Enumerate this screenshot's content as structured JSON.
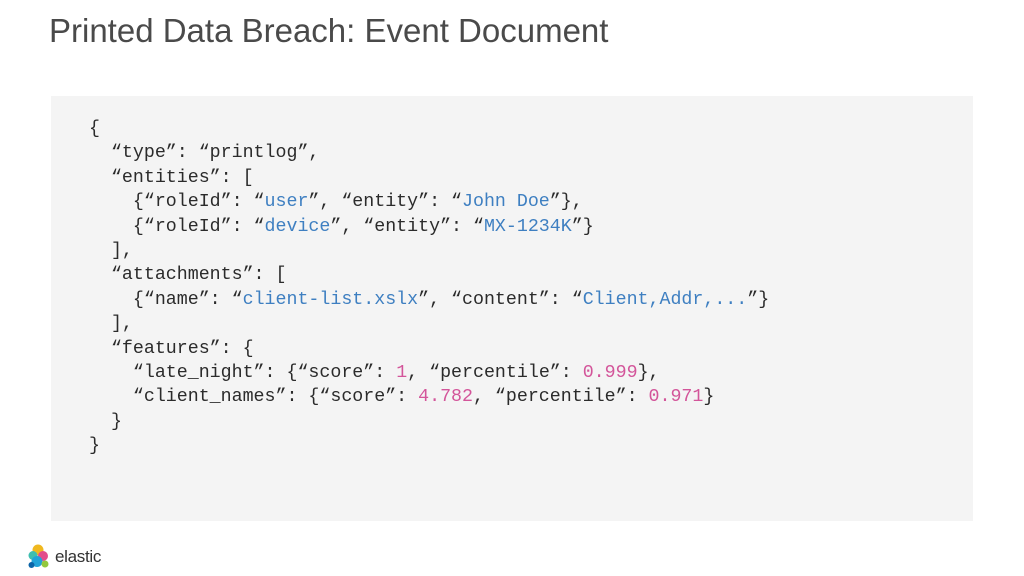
{
  "slide": {
    "title": "Printed Data Breach: Event Document"
  },
  "code_lines": [
    [
      {
        "t": "{",
        "k": "p"
      }
    ],
    [
      {
        "t": "  “type”: “printlog”,",
        "k": "p"
      }
    ],
    [
      {
        "t": "  “entities”: [",
        "k": "p"
      }
    ],
    [
      {
        "t": "    {“roleId”: “",
        "k": "p"
      },
      {
        "t": "user",
        "k": "s"
      },
      {
        "t": "”, “entity”: “",
        "k": "p"
      },
      {
        "t": "John Doe",
        "k": "s"
      },
      {
        "t": "”},",
        "k": "p"
      }
    ],
    [
      {
        "t": "    {“roleId”: “",
        "k": "p"
      },
      {
        "t": "device",
        "k": "s"
      },
      {
        "t": "”, “entity”: “",
        "k": "p"
      },
      {
        "t": "MX-1234K",
        "k": "s"
      },
      {
        "t": "”}",
        "k": "p"
      }
    ],
    [
      {
        "t": "  ],",
        "k": "p"
      }
    ],
    [
      {
        "t": "  “attachments”: [",
        "k": "p"
      }
    ],
    [
      {
        "t": "    {“name”: “",
        "k": "p"
      },
      {
        "t": "client-list.xslx",
        "k": "s"
      },
      {
        "t": "”, “content”: “",
        "k": "p"
      },
      {
        "t": "Client,Addr,...",
        "k": "s"
      },
      {
        "t": "”}",
        "k": "p"
      }
    ],
    [
      {
        "t": "  ],",
        "k": "p"
      }
    ],
    [
      {
        "t": "  “features”: {",
        "k": "p"
      }
    ],
    [
      {
        "t": "    “late_night”: {“score”: ",
        "k": "p"
      },
      {
        "t": "1",
        "k": "n"
      },
      {
        "t": ", “percentile”: ",
        "k": "p"
      },
      {
        "t": "0.999",
        "k": "n"
      },
      {
        "t": "},",
        "k": "p"
      }
    ],
    [
      {
        "t": "    “client_names”: {“score”: ",
        "k": "p"
      },
      {
        "t": "4.782",
        "k": "n"
      },
      {
        "t": ", “percentile”: ",
        "k": "p"
      },
      {
        "t": "0.971",
        "k": "n"
      },
      {
        "t": "}",
        "k": "p"
      }
    ],
    [
      {
        "t": "  }",
        "k": "p"
      }
    ],
    [
      {
        "t": "}",
        "k": "p"
      }
    ]
  ],
  "syntax_colors": {
    "punctuation": "#2b2b2b",
    "string": "#3e7fc1",
    "number": "#d3559a"
  },
  "footer": {
    "logo_text": "elastic",
    "logo_icon": "elastic-logo-icon"
  }
}
